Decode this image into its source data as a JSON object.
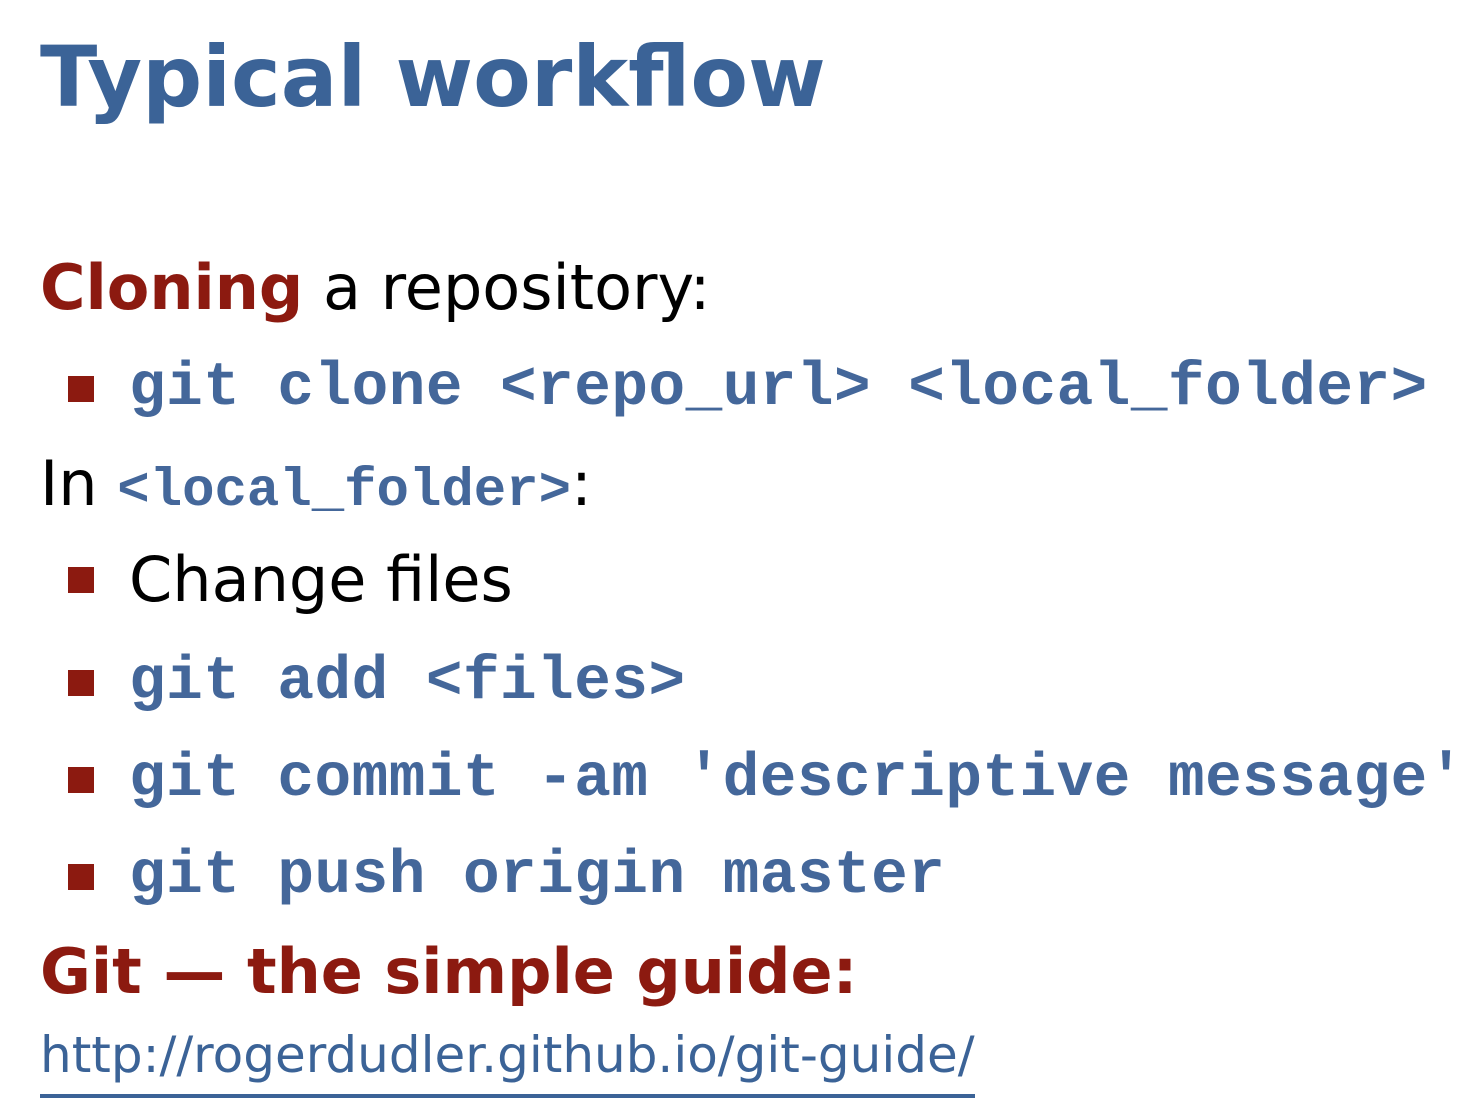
{
  "slide": {
    "title": "Typical workflow"
  },
  "cloning": {
    "keyword": "Cloning",
    "rest": " a repository:",
    "command": "git clone <repo_url> <local_folder>"
  },
  "in_folder": {
    "prefix": "In ",
    "folder": "<local_folder>",
    "suffix": ":"
  },
  "steps": [
    {
      "text": "Change files",
      "is_code": false
    },
    {
      "text": "git add <files>",
      "is_code": true
    },
    {
      "text": "git commit -am 'descriptive message'",
      "is_code": true
    },
    {
      "text": "git push origin master",
      "is_code": true
    }
  ],
  "guide": {
    "title": "Git — the simple guide:",
    "link": "http://rogerdudler.github.io/git-guide/"
  },
  "colors": {
    "title": "#3b6397",
    "accent": "#8c1a10",
    "code": "#44679a",
    "bullet": "#8c1a10"
  }
}
